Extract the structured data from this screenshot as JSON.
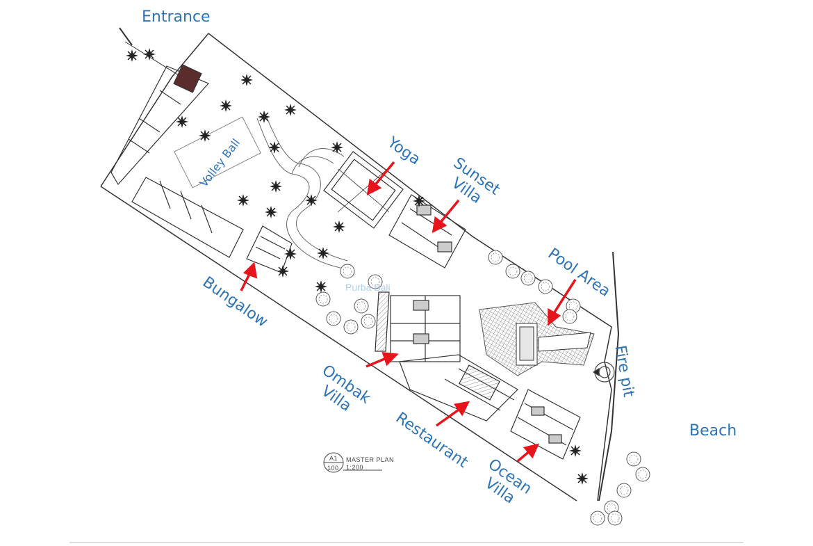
{
  "map": {
    "labels": {
      "entrance": "Entrance",
      "volley_ball": "Volley Ball",
      "yoga": "Yoga",
      "sunset_villa_line1": "Sunset",
      "sunset_villa_line2": "Villa",
      "pool_area": "Pool Area",
      "bungalow": "Bungalow",
      "fire_pit": "Fire pit",
      "beach": "Beach",
      "ombak_villa_line1": "Ombak",
      "ombak_villa_line2": "Villa",
      "restaurant": "Restaurant",
      "ocean_villa_line1": "Ocean",
      "ocean_villa_line2": "Villa"
    },
    "plan_title": {
      "ref_top": "A1",
      "ref_bottom": "100",
      "title": "MASTER PLAN",
      "scale": "1:200"
    },
    "watermark": "Purba Bali",
    "colors": {
      "label": "#2e74b5",
      "arrow": "#e8141b",
      "linework": "#333333"
    }
  }
}
